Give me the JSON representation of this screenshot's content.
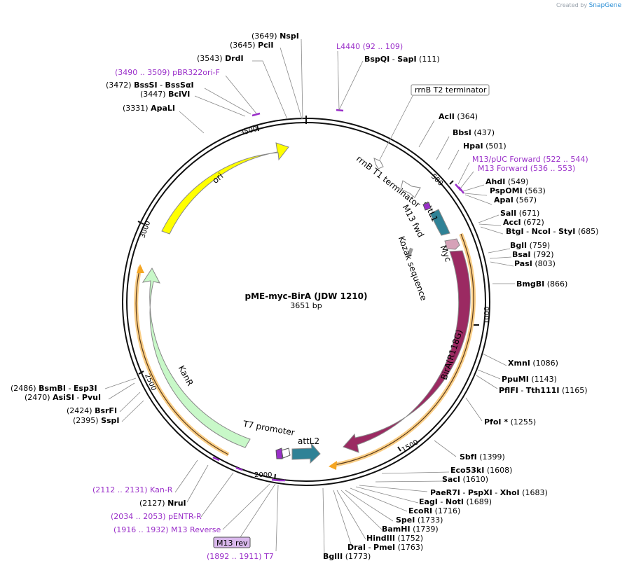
{
  "header": {
    "created_by": "Created by",
    "brand": "SnapGene"
  },
  "plasmid": {
    "name": "pME-myc-BirA (JDW 1210)",
    "size": "3651 bp"
  },
  "ticks": [
    "500",
    "1000",
    "1500",
    "2000",
    "2500",
    "3000",
    "3500"
  ],
  "features": {
    "ori": "ori",
    "kanr": "KanR",
    "bira": "BirA(R118G)",
    "myc": "Myc",
    "kozak": "Kozak sequence",
    "m13fwd": "M13 fwd",
    "attl1": "attL1",
    "rrnbt1": "rrnB T1 terminator",
    "rrnbt2": "rrnB T2 terminator",
    "t7prom": "T7 promoter",
    "attl2": "attL2",
    "m13rev": "M13 rev"
  },
  "site_labels": {
    "NspI": {
      "pos": "(3649)",
      "name": "NspI"
    },
    "PciI": {
      "pos": "(3645)",
      "name": "PciI"
    },
    "DrdI": {
      "pos": "(3543)",
      "name": "DrdI"
    },
    "pBR322ori": {
      "pos": "(3490 .. 3509)",
      "name": "pBR322ori-F"
    },
    "BssSI": {
      "pos": "(3472)",
      "name": "BssSI",
      "name2": "BssSαI"
    },
    "BciVI": {
      "pos": "(3447)",
      "name": "BciVI"
    },
    "ApaLI": {
      "pos": "(3331)",
      "name": "ApaLI"
    },
    "L4440": {
      "name": "L4440",
      "pos": "(92 .. 109)"
    },
    "BspQI": {
      "name": "BspQI",
      "name2": "SapI",
      "pos": "(111)"
    },
    "AclI": {
      "name": "AclI",
      "pos": "(364)"
    },
    "BbsI": {
      "name": "BbsI",
      "pos": "(437)"
    },
    "HpaI": {
      "name": "HpaI",
      "pos": "(501)"
    },
    "M13pUC": {
      "name": "M13/pUC Forward",
      "pos": "(522 .. 544)"
    },
    "M13F": {
      "name": "M13 Forward",
      "pos": "(536 .. 553)"
    },
    "AhdI": {
      "name": "AhdI",
      "pos": "(549)"
    },
    "PspOMI": {
      "name": "PspOMI",
      "pos": "(563)"
    },
    "ApaI": {
      "name": "ApaI",
      "pos": "(567)"
    },
    "SalI": {
      "name": "SalI",
      "pos": "(671)"
    },
    "AccI": {
      "name": "AccI",
      "pos": "(672)"
    },
    "BtgI": {
      "name": "BtgI",
      "name2": "NcoI",
      "name3": "StyI",
      "pos": "(685)"
    },
    "BglI": {
      "name": "BglI",
      "pos": "(759)"
    },
    "BsaI": {
      "name": "BsaI",
      "pos": "(792)"
    },
    "PasI": {
      "name": "PasI",
      "pos": "(803)"
    },
    "BmgBI": {
      "name": "BmgBI",
      "pos": "(866)"
    },
    "XmnI": {
      "name": "XmnI",
      "pos": "(1086)"
    },
    "PpuMI": {
      "name": "PpuMI",
      "pos": "(1143)"
    },
    "PflFI": {
      "name": "PflFI",
      "name2": "Tth111I",
      "pos": "(1165)"
    },
    "PfoI": {
      "name": "PfoI *",
      "pos": "(1255)"
    },
    "SbfI": {
      "name": "SbfI",
      "pos": "(1399)"
    },
    "Eco53kI": {
      "name": "Eco53kI",
      "pos": "(1608)"
    },
    "SacI": {
      "name": "SacI",
      "pos": "(1610)"
    },
    "PaeR7I": {
      "name": "PaeR7I",
      "name2": "PspXI",
      "name3": "XhoI",
      "pos": "(1683)"
    },
    "EagI": {
      "name": "EagI",
      "name2": "NotI",
      "pos": "(1689)"
    },
    "EcoRI": {
      "name": "EcoRI",
      "pos": "(1716)"
    },
    "SpeI": {
      "name": "SpeI",
      "pos": "(1733)"
    },
    "BamHI": {
      "name": "BamHI",
      "pos": "(1739)"
    },
    "HindIII": {
      "name": "HindIII",
      "pos": "(1752)"
    },
    "DraI": {
      "name": "DraI",
      "name2": "PmeI",
      "pos": "(1763)"
    },
    "BglII": {
      "name": "BglII",
      "pos": "(1773)"
    },
    "BsmBI": {
      "pos": "(2486)",
      "name": "BsmBI",
      "name2": "Esp3I"
    },
    "AsiSI": {
      "pos": "(2470)",
      "name": "AsiSI",
      "name2": "PvuI"
    },
    "BsrFI": {
      "pos": "(2424)",
      "name": "BsrFI"
    },
    "SspI": {
      "pos": "(2395)",
      "name": "SspI"
    },
    "KanR_primer": {
      "pos": "(2112 .. 2131)",
      "name": "Kan-R"
    },
    "NruI": {
      "pos": "(2127)",
      "name": "NruI"
    },
    "pENTR": {
      "pos": "(2034 .. 2053)",
      "name": "pENTR-R"
    },
    "M13Rev": {
      "pos": "(1916 .. 1932)",
      "name": "M13 Reverse"
    },
    "T7": {
      "pos": "(1892 .. 1911)",
      "name": "T7"
    }
  },
  "colors": {
    "ori": "#ffff00",
    "kanr": "#c8f8c8",
    "bira": "#9b2a62",
    "myc": "#d6a2b8",
    "attl": "#2f8296",
    "orf": "#f5a623",
    "primer": "#9a2fc9"
  }
}
